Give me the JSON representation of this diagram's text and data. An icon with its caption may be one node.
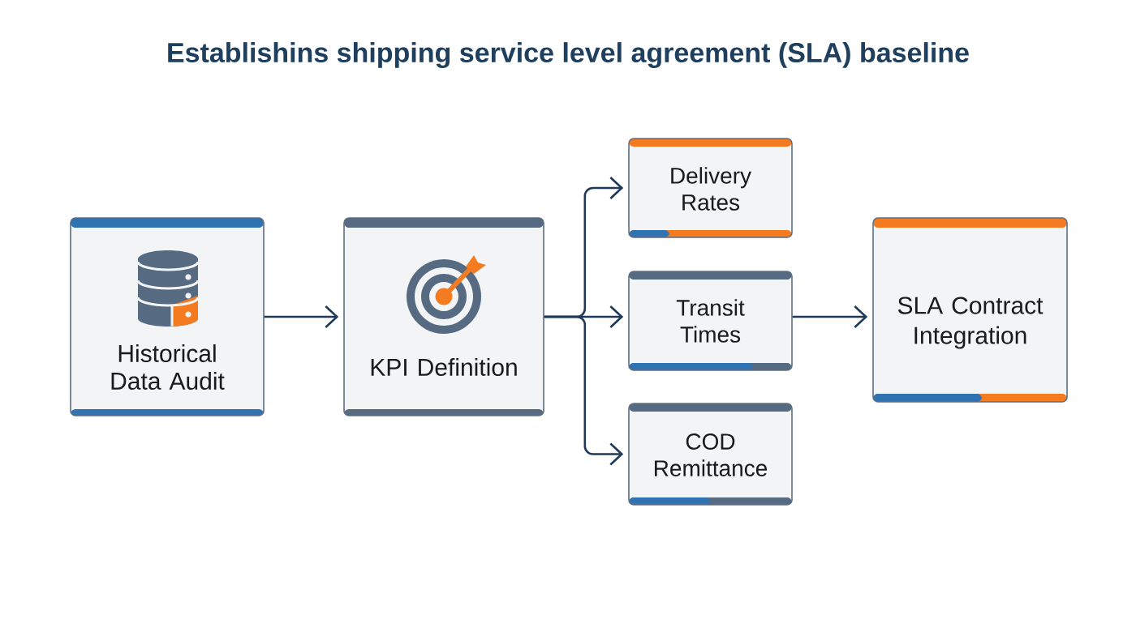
{
  "diagram": {
    "title": "Establishins shipping service level agreement (SLA) baseline",
    "nodes": [
      {
        "text": [
          "Historical Data Audit"
        ]
      },
      {
        "text": [
          "KPI Definition"
        ]
      },
      {
        "text": [
          "Delivery Rates"
        ]
      },
      {
        "text": [
          "Transit Times"
        ]
      },
      {
        "text": [
          "COD Remittance"
        ]
      },
      {
        "text": [
          "SLA Contract Integration"
        ]
      }
    ],
    "edges": [
      {
        "from": 0,
        "to": 1,
        "arrow": "to"
      },
      {
        "from": 1,
        "to": 2,
        "arrow": "to"
      },
      {
        "from": 1,
        "to": 3,
        "arrow": "to"
      },
      {
        "from": 1,
        "to": 4,
        "arrow": "to"
      },
      {
        "from": 3,
        "to": 5,
        "arrow": "to"
      }
    ]
  }
}
